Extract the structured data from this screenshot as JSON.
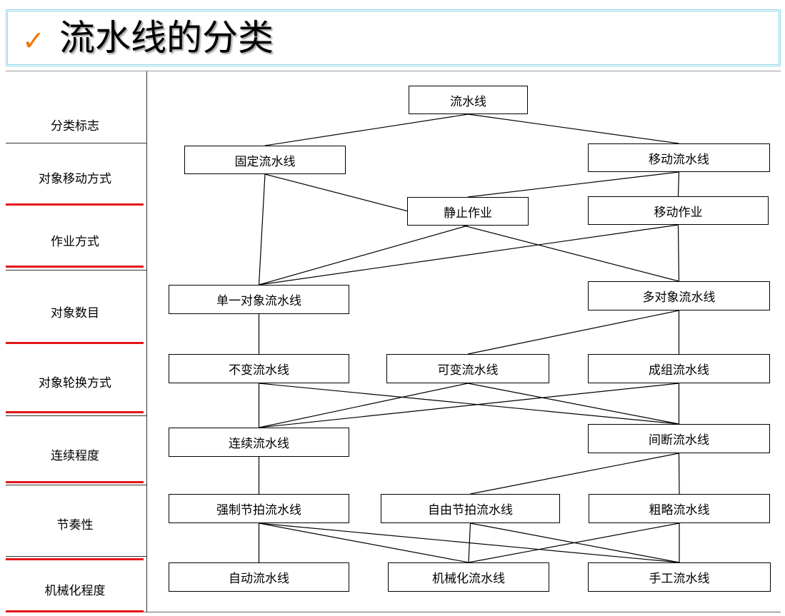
{
  "title": {
    "check": "✓",
    "text": "流水线的分类"
  },
  "categories": [
    "分类标志",
    "对象移动方式",
    "作业方式",
    "对象数目",
    "对象轮换方式",
    "连续程度",
    "节奏性",
    "机械化程度"
  ],
  "nodes": {
    "root": "流水线",
    "fixed": "固定流水线",
    "moving": "移动流水线",
    "static_op": "静止作业",
    "moving_op": "移动作业",
    "single": "单一对象流水线",
    "multi": "多对象流水线",
    "invariant": "不变流水线",
    "variable": "可变流水线",
    "group": "成组流水线",
    "continuous": "连续流水线",
    "intermittent": "间断流水线",
    "forced": "强制节拍流水线",
    "free": "自由节拍流水线",
    "rough": "粗略流水线",
    "auto": "自动流水线",
    "mechanized": "机械化流水线",
    "manual": "手工流水线"
  },
  "edges": [
    [
      "root",
      "fixed"
    ],
    [
      "root",
      "moving"
    ],
    [
      "moving",
      "static_op"
    ],
    [
      "moving",
      "moving_op"
    ],
    [
      "fixed",
      "single"
    ],
    [
      "fixed",
      "multi"
    ],
    [
      "static_op",
      "single"
    ],
    [
      "moving_op",
      "single"
    ],
    [
      "moving_op",
      "multi"
    ],
    [
      "single",
      "invariant"
    ],
    [
      "multi",
      "variable"
    ],
    [
      "multi",
      "group"
    ],
    [
      "invariant",
      "continuous"
    ],
    [
      "invariant",
      "intermittent"
    ],
    [
      "variable",
      "continuous"
    ],
    [
      "variable",
      "intermittent"
    ],
    [
      "group",
      "continuous"
    ],
    [
      "group",
      "intermittent"
    ],
    [
      "continuous",
      "forced"
    ],
    [
      "intermittent",
      "free"
    ],
    [
      "intermittent",
      "rough"
    ],
    [
      "forced",
      "auto"
    ],
    [
      "forced",
      "mechanized"
    ],
    [
      "forced",
      "manual"
    ],
    [
      "free",
      "mechanized"
    ],
    [
      "free",
      "manual"
    ],
    [
      "rough",
      "manual"
    ],
    [
      "rough",
      "mechanized"
    ]
  ],
  "colors": {
    "check": "#f07800",
    "title_border": "#8fd6ea",
    "accent_rule": "#e3161c"
  }
}
